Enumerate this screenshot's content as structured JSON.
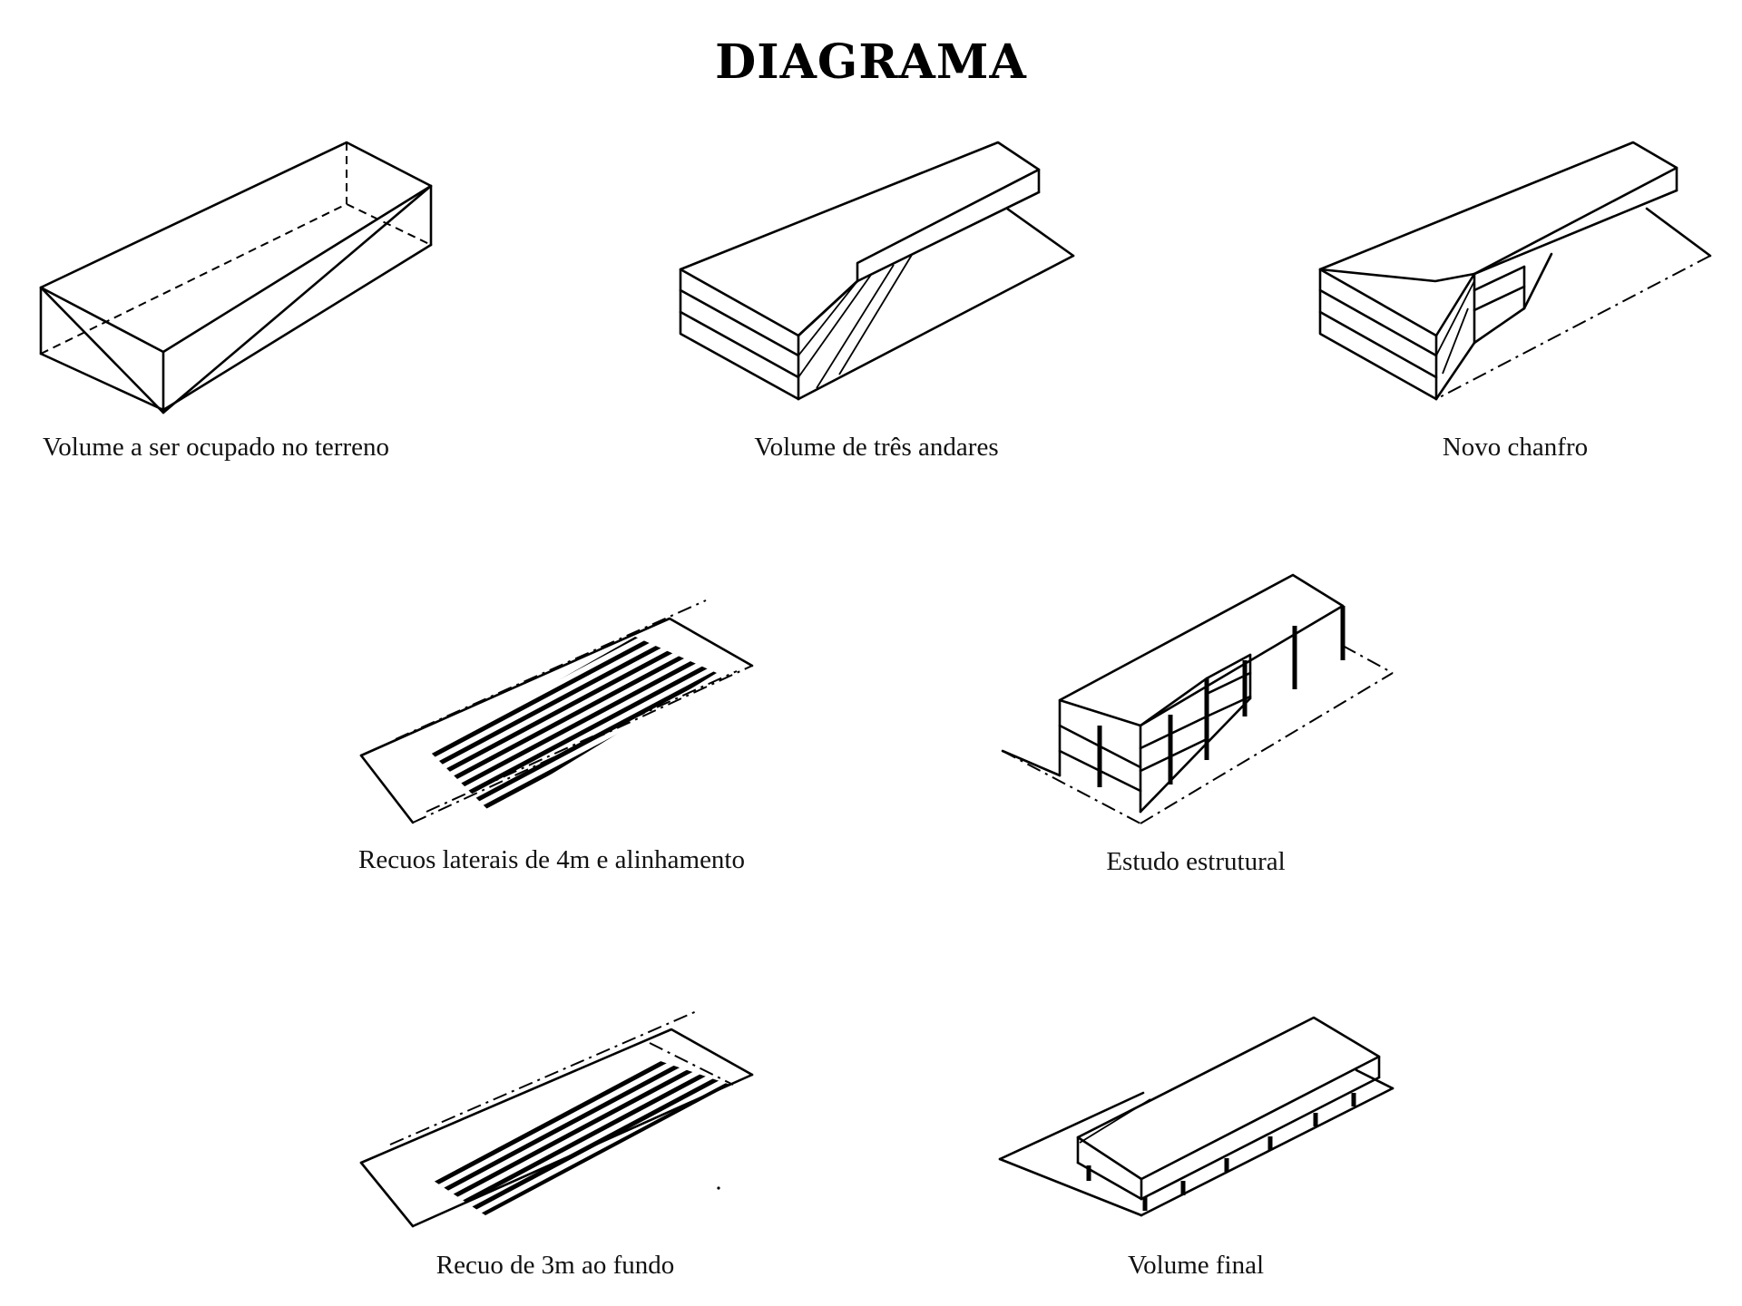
{
  "title": "DIAGRAMA",
  "captions": {
    "c1": "Volume a ser ocupado no terreno",
    "c2": "Volume de três andares",
    "c3": "Novo chanfro",
    "c4": "Recuos laterais de 4m e alinhamento",
    "c5": "Estudo estrutural",
    "c6": "Recuo de 3m ao fundo",
    "c7": "Volume final"
  }
}
